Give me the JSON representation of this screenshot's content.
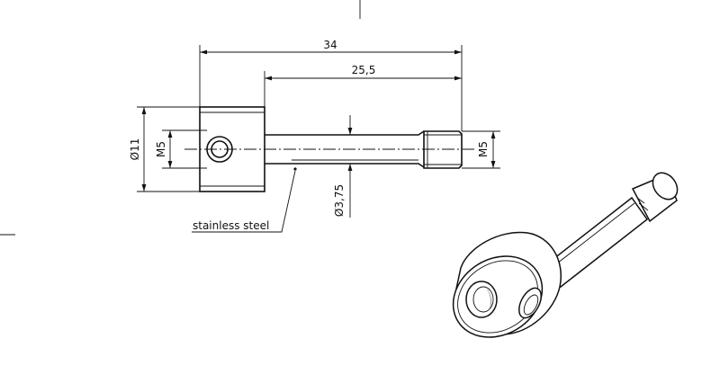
{
  "drawing": {
    "dimensions": {
      "overall_length": "34",
      "shaft_length": "25,5",
      "body_diameter": "Ø11",
      "body_thread": "M5",
      "end_thread": "M5",
      "shaft_diameter": "Ø3,75"
    },
    "material_label": "stainless steel"
  }
}
